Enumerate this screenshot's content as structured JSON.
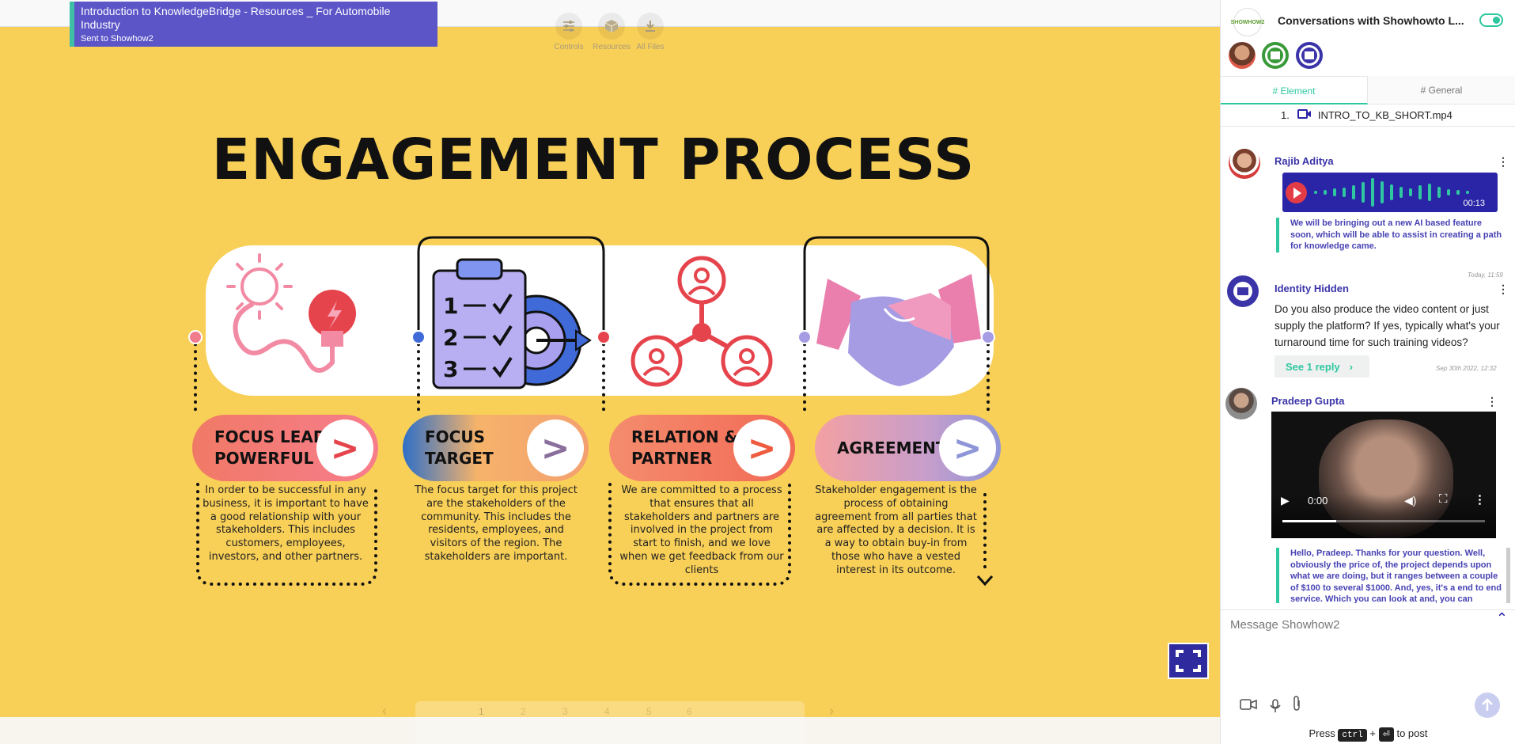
{
  "banner": {
    "title": "Introduction to KnowledgeBridge - Resources _ For Automobile Industry",
    "subtitle": "Sent to Showhow2"
  },
  "toolbar": {
    "items": [
      {
        "label": "Controls",
        "icon": "sliders-icon"
      },
      {
        "label": "Resources",
        "icon": "cube-icon"
      },
      {
        "label": "All Files",
        "icon": "download-icon"
      }
    ]
  },
  "slide": {
    "title": "ENGAGEMENT PROCESS",
    "steps": [
      {
        "label_line1": "FOCUS LEAD",
        "label_line2": "POWERFUL",
        "description": "In order to be successful in any business, it is important to have a good relationship with your stakeholders. This includes customers, employees, investors, and other partners.",
        "icon": "lightbulb-icon"
      },
      {
        "label_line1": "FOCUS",
        "label_line2": "TARGET",
        "description": "The focus target for this project are the stakeholders of the community. This includes the residents, employees, and visitors of the region. The stakeholders are important.",
        "icon": "clipboard-target-icon"
      },
      {
        "label_line1": "RELATION &",
        "label_line2": "PARTNER",
        "description": "We are committed to a process that ensures that all stakeholders and partners are involved in the project from start to finish, and we love when we get feedback from our clients",
        "icon": "network-people-icon"
      },
      {
        "label_line1": "AGREEMENT",
        "label_line2": "",
        "description": "Stakeholder engagement is the process of obtaining agreement from all parties that are affected by a decision. It is a way to obtain buy-in from those who have a vested interest in its outcome.",
        "icon": "handshake-icon"
      }
    ],
    "arrow_glyph": ">"
  },
  "slide_nav": {
    "pages": [
      "1",
      "2",
      "3",
      "4",
      "5",
      "6"
    ],
    "prev": "‹",
    "next": "›"
  },
  "panel": {
    "title": "Conversations with Showhowto L...",
    "logo_text": "SHOWHOW2",
    "tabs": [
      "# Element",
      "# General"
    ],
    "file": {
      "index": "1.",
      "name": "INTRO_TO_KB_SHORT.mp4"
    },
    "messages": [
      {
        "author": "Rajib Aditya",
        "type": "audio",
        "duration": "00:13",
        "reply_text": "We will be bringing out a new AI based feature soon, which will be able to assist in creating a path for knowledge came.",
        "time": "Today, 11:59"
      },
      {
        "author": "Identity Hidden",
        "type": "text",
        "text": "Do you also produce the video content or just supply the platform? If yes, typically what's your turnaround time for such training videos?",
        "see_reply": "See 1 reply",
        "time": "Sep 30th 2022, 12:32"
      },
      {
        "author": "Pradeep Gupta",
        "type": "video",
        "video_time": "0:00",
        "reply_text": "Hello, Pradeep. Thanks for your question. Well, obviously the price of, the project depends upon what we are doing, but it ranges between a couple of $100 to several $1000. And, yes, it's a end to end service. Which you can look at and, you can"
      }
    ],
    "compose": {
      "placeholder": "Message Showhow2",
      "hint_prefix": "Press",
      "hint_key1": "ctrl",
      "hint_plus": "+",
      "hint_key2": "⏎",
      "hint_suffix": "to post"
    }
  },
  "colors": {
    "stage_bg": "#f8cf57",
    "accent_purple": "#2a25a6",
    "accent_teal": "#2fc7a0",
    "accent_red": "#e33c47"
  }
}
